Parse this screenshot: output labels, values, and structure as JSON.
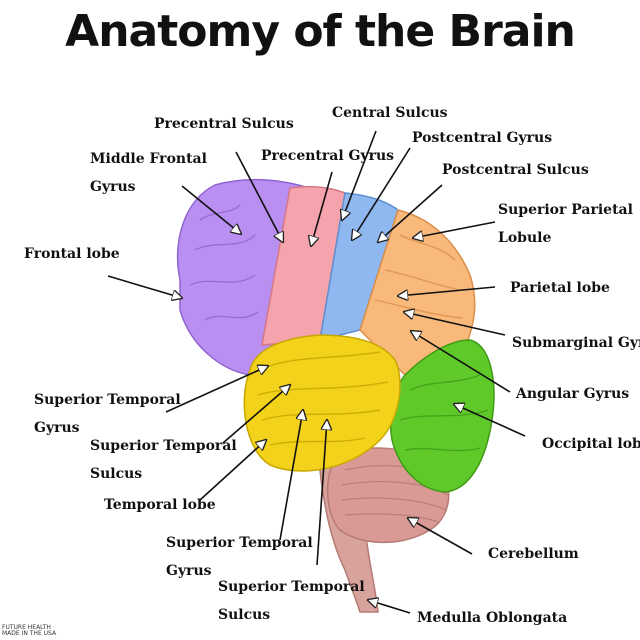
{
  "title": "Anatomy of the Brain",
  "labels": {
    "precentral_sulcus": "Precentral Sulcus",
    "central_sulcus": "Central Sulcus",
    "postcentral_gyrus": "Postcentral Gyrus",
    "middle_frontal_gyrus": [
      "Middle Frontal",
      "Gyrus"
    ],
    "precentral_gyrus": "Precentral Gyrus",
    "postcentral_sulcus": "Postcentral Sulcus",
    "superior_parietal_lobule": [
      "Superior Parietal",
      "Lobule"
    ],
    "frontal_lobe": "Frontal lobe",
    "parietal_lobe": "Parietal lobe",
    "submarginal_gyrus": "Submarginal Gyrus",
    "angular_gyrus": "Angular Gyrus",
    "occipital_lobe": "Occipital lobe",
    "superior_temporal_gyrus_1": [
      "Superior Temporal",
      "Gyrus"
    ],
    "superior_temporal_sulcus_1": [
      "Superior Temporal",
      "Sulcus"
    ],
    "temporal_lobe": "Temporal lobe",
    "superior_temporal_gyrus_2": [
      "Superior Temporal",
      "Gyrus"
    ],
    "superior_temporal_sulcus_2": [
      "Superior Temporal",
      "Sulcus"
    ],
    "cerebellum": "Cerebellum",
    "medulla_oblongata": "Medulla Oblongata"
  },
  "credit": [
    "FUTURE HEALTH",
    "MADE IN THE USA"
  ],
  "colors": {
    "frontal": "#b98ff2",
    "precentral": "#f5a3ad",
    "postcentral": "#8fb8f0",
    "parietal": "#f8b97a",
    "temporal": "#f2d21a",
    "occipital": "#5fc92a",
    "cerebellum": "#d99a96",
    "brainstem": "#d8a39c"
  }
}
